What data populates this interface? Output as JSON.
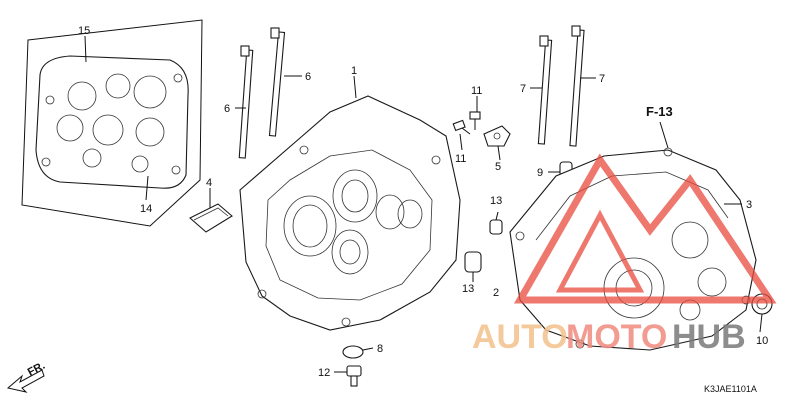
{
  "callouts": {
    "c15": "15",
    "c14": "14",
    "c4": "4",
    "c6a": "6",
    "c6b": "6",
    "c1": "1",
    "c11a": "11",
    "c11b": "11",
    "c5": "5",
    "c7a": "7",
    "c7b": "7",
    "c9": "9",
    "c3": "3",
    "c13a": "13",
    "c13b": "13",
    "c2": "2",
    "c8": "8",
    "c12": "12",
    "c10": "10"
  },
  "reference": {
    "f13": "F-13"
  },
  "direction": {
    "fr_label": "FR."
  },
  "drawing_code": "K3JAE1101A",
  "watermark": {
    "part1": "AUTO",
    "part2": "MOTO",
    "part3": "HUB"
  }
}
